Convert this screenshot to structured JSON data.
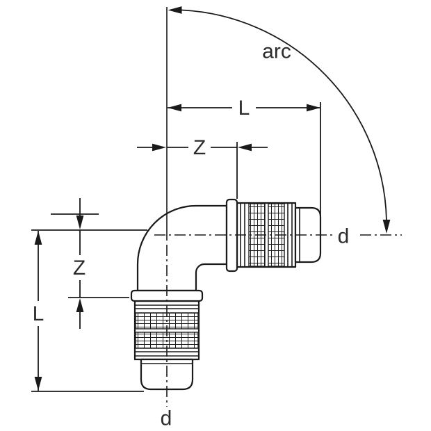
{
  "labels": {
    "arc": "arc",
    "l_top": "L",
    "z_top": "Z",
    "z_left": "Z",
    "l_left": "L",
    "d_right": "d",
    "d_bottom": "d"
  },
  "colors": {
    "line": "#1a1a1a",
    "text": "#2b2b2b",
    "background": "#ffffff"
  }
}
